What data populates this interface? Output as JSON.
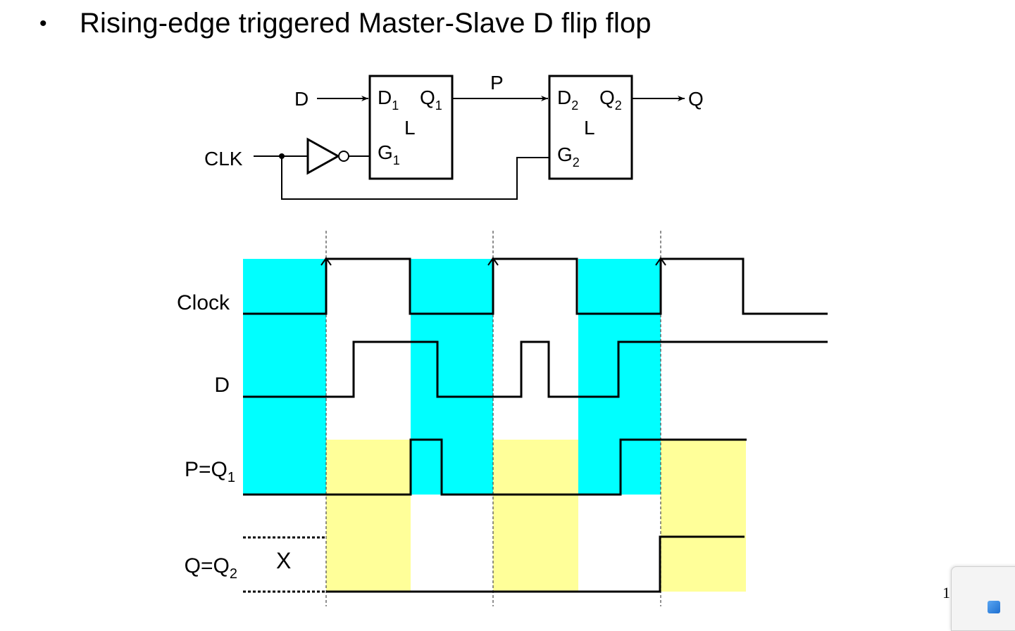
{
  "slide": {
    "bullet": "•",
    "title": "Rising-edge triggered Master-Slave D flip flop",
    "page_number": "1"
  },
  "circuit": {
    "input_d": "D",
    "input_clk": "CLK",
    "output_q": "Q",
    "wire_p": "P",
    "latch1": {
      "d": "D",
      "d_sub": "1",
      "q": "Q",
      "q_sub": "1",
      "type": "L",
      "g": "G",
      "g_sub": "1"
    },
    "latch2": {
      "d": "D",
      "d_sub": "2",
      "q": "Q",
      "q_sub": "2",
      "type": "L",
      "g": "G",
      "g_sub": "2"
    }
  },
  "timing": {
    "signals": {
      "clock": "Clock",
      "d": "D",
      "p": "P=Q",
      "p_sub": "1",
      "q": "Q=Q",
      "q_sub": "2"
    },
    "unknown_label": "X",
    "colors": {
      "master_transparent": "#00ffff",
      "slave_transparent": "#ffff99",
      "wire": "#000000"
    }
  }
}
